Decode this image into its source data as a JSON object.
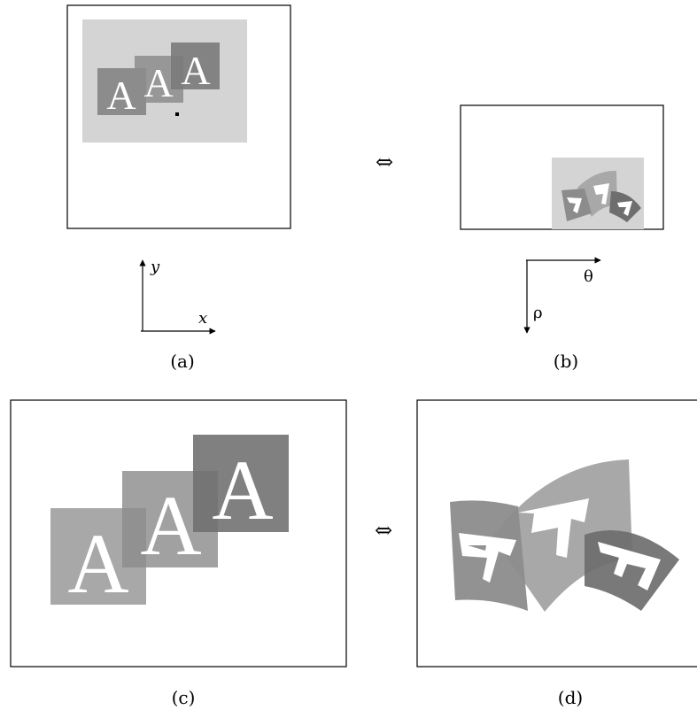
{
  "panels": {
    "a": {
      "caption": "(a)"
    },
    "b": {
      "caption": "(b)"
    },
    "c": {
      "caption": "(c)"
    },
    "d": {
      "caption": "(d)"
    }
  },
  "axes_xy": {
    "x_label": "x",
    "y_label": "y"
  },
  "axes_polar": {
    "theta_label": "θ",
    "rho_label": "ρ"
  },
  "equivalence_symbol": "⇔",
  "glyph_letter": "A",
  "colors": {
    "background_rect": "#d4d4d4",
    "square_light": "#a8a8a8",
    "square_mid": "#8c8c8c",
    "square_dark": "#6e6e6e",
    "frame": "#000000"
  }
}
